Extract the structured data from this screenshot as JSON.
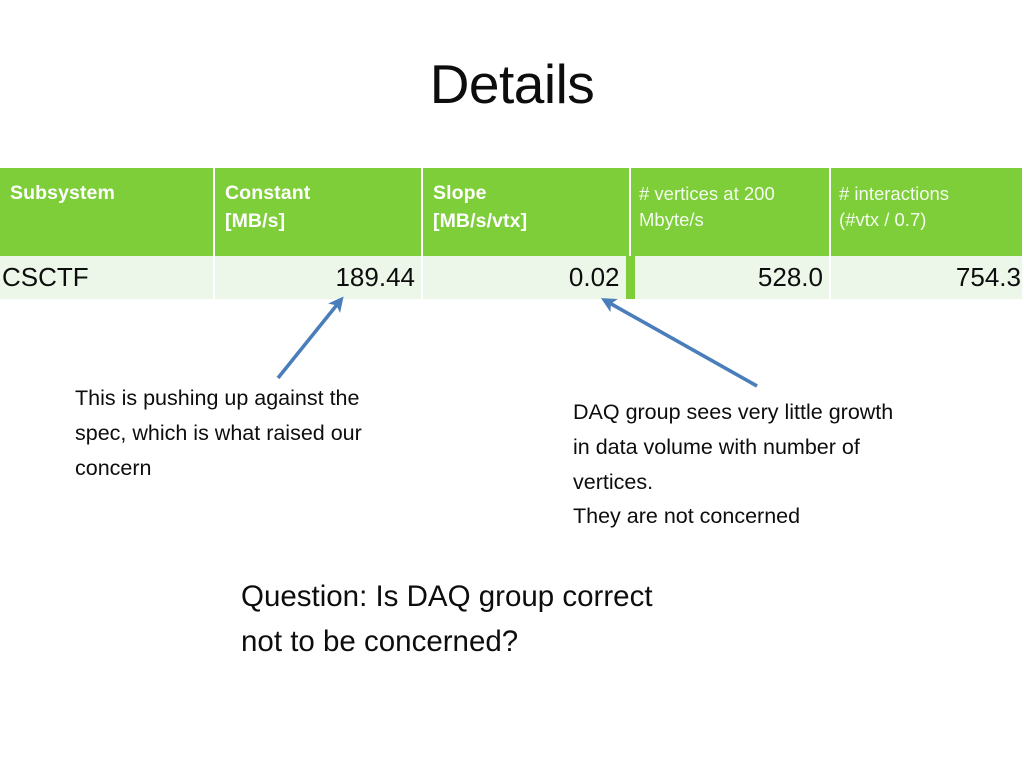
{
  "slide": {
    "title": "Details"
  },
  "table": {
    "columns": [
      {
        "line1": "Subsystem",
        "line2": "",
        "style": "bold"
      },
      {
        "line1": "Constant",
        "line2": "[MB/s]",
        "style": "bold"
      },
      {
        "line1": "Slope",
        "line2": "[MB/s/vtx]",
        "style": "bold"
      },
      {
        "line1": "# vertices at 200",
        "line2": "Mbyte/s",
        "style": "light"
      },
      {
        "line1": "# interactions",
        "line2": "(#vtx  / 0.7)",
        "style": "light"
      }
    ],
    "rows": [
      {
        "subsystem": "CSCTF",
        "constant": "189.44",
        "slope": "0.02",
        "vertices_at_200": "528.0",
        "interactions": "754.3"
      }
    ]
  },
  "annotations": {
    "left": {
      "line1": "This is pushing up against the",
      "line2": "spec, which is what raised our",
      "line3": "concern"
    },
    "right": {
      "line1": "DAQ group sees very little growth",
      "line2": "in data volume with number of",
      "line3": "vertices.",
      "line4": "They are not concerned"
    }
  },
  "question": {
    "line1": "Question: Is DAQ group correct",
    "line2": "not to be concerned?"
  },
  "colors": {
    "header_green": "#7DCE38",
    "row_pale_green": "#EDF7E9",
    "arrow_blue": "#4A7EBB",
    "text_black": "#0D0D0D"
  }
}
